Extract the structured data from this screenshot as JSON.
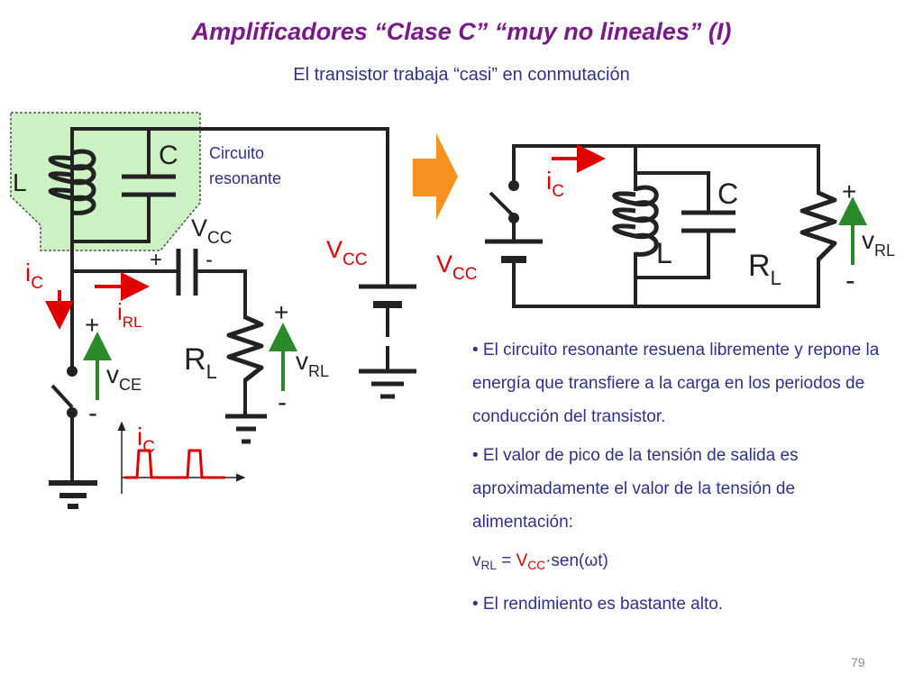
{
  "title": "Amplificadores “Clase C” “muy no lineales” (I)",
  "subtitle": "El transistor trabaja “casi” en conmutación",
  "left_circuit": {
    "label_L": "L",
    "label_C": "C",
    "resonant_label_line1": "Circuito",
    "resonant_label_line2": "resonante",
    "vcc_cap_main": "V",
    "vcc_cap_sub": "CC",
    "cap_plus": "+",
    "cap_minus": "-",
    "vcc_source_main": "V",
    "vcc_source_sub": "CC",
    "ic_main": "i",
    "ic_sub": "C",
    "irl_main": "i",
    "irl_sub": "RL",
    "vce_plus": "+",
    "vce_main": "v",
    "vce_sub": "CE",
    "vce_minus": "-",
    "rl_main": "R",
    "rl_sub": "L",
    "vrl_plus": "+",
    "vrl_main": "v",
    "vrl_sub": "RL",
    "vrl_minus": "-",
    "wave_ic_main": "i",
    "wave_ic_sub": "C"
  },
  "right_circuit": {
    "ic_main": "i",
    "ic_sub": "C",
    "vcc_main": "V",
    "vcc_sub": "CC",
    "label_C": "C",
    "label_L": "L",
    "rl_main": "R",
    "rl_sub": "L",
    "plus": "+",
    "minus": "-",
    "vrl_main": "v",
    "vrl_sub": "RL"
  },
  "bullets": [
    "• El circuito resonante resuena libremente y repone la energía que transfiere a la carga en los periodos de conducción del transistor.",
    "• El valor de pico de la tensión de salida es aproximadamente el valor de la tensión de alimentación:"
  ],
  "formula": {
    "v": "v",
    "v_sub": "RL",
    "eq": " = ",
    "vcc": "V",
    "vcc_sub": "CC",
    "rest": "·sen(ωt)"
  },
  "bullet_last": "• El rendimiento es bastante alto.",
  "page_number": "79",
  "colors": {
    "title": "#7a1a8a",
    "text": "#2e3192",
    "current": "#e00000",
    "voltage": "#2a8a2a",
    "resonant_fill": "#ccf2c4",
    "arrow": "#f7921e"
  }
}
